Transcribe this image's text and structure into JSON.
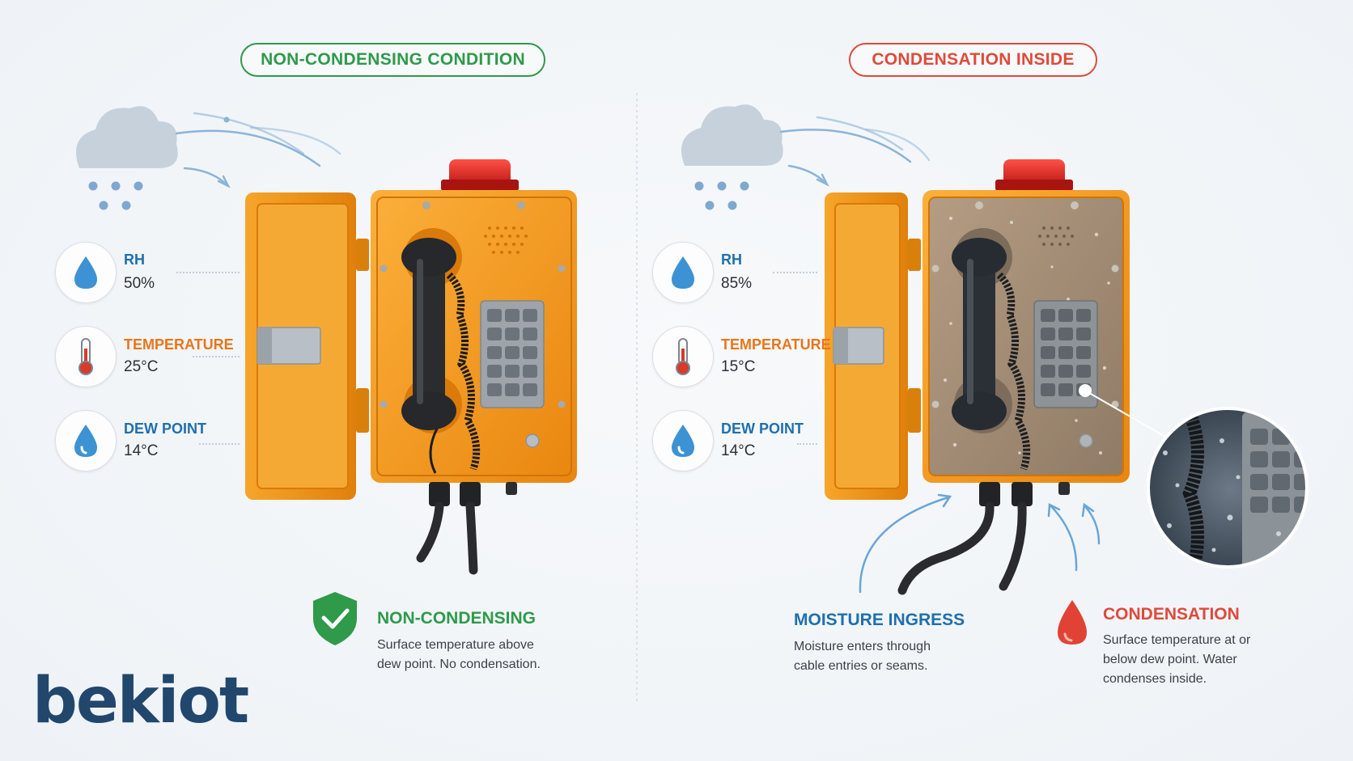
{
  "left": {
    "badge": "NON-CONDENSING CONDITION",
    "badge_color": "#2e9a4a",
    "stats": [
      {
        "label": "RH",
        "value": "50%",
        "icon": "water-drop-icon"
      },
      {
        "label": "TEMPERATURE",
        "value": "25°C",
        "icon": "thermometer-icon"
      },
      {
        "label": "DEW POINT",
        "value": "14°C",
        "icon": "dew-drop-icon"
      }
    ],
    "caption_title": "NON-CONDENSING",
    "caption_lines": [
      "Surface temperature above",
      "dew point. No condensation."
    ],
    "caption_icon": "check-shield-icon"
  },
  "right": {
    "badge": "CONDENSATION INSIDE",
    "badge_color": "#de4a3b",
    "stats": [
      {
        "label": "RH",
        "value": "85%",
        "icon": "water-drop-icon"
      },
      {
        "label": "TEMPERATURE",
        "value": "15°C",
        "icon": "thermometer-icon"
      },
      {
        "label": "DEW POINT",
        "value": "14°C",
        "icon": "dew-drop-icon"
      }
    ],
    "moisture_title": "MOISTURE INGRESS",
    "moisture_lines": [
      "Moisture enters through",
      "cable entries or seams."
    ],
    "condensation_title": "CONDENSATION",
    "condensation_lines": [
      "Surface temperature at or",
      "below dew point. Water",
      "condenses inside."
    ],
    "condensation_icon": "red-drop-icon"
  },
  "colors": {
    "blue_label": "#1f6fae",
    "orange_label": "#e8751c",
    "green": "#2e9a4a",
    "red": "#de4a3b",
    "enclosure": "#f49a1e",
    "logo": "#21476d"
  },
  "logo_text": "bekiot"
}
